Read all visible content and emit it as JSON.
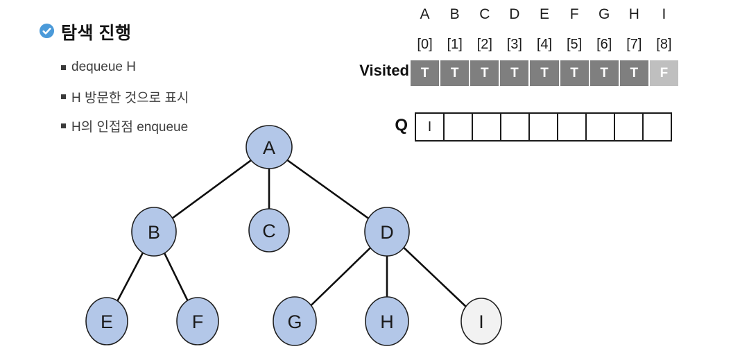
{
  "slide": {
    "title": "탐색 진행",
    "bullets": [
      "dequeue H",
      "H 방문한 것으로 표시",
      "H의 인접점 enqueue"
    ]
  },
  "visited": {
    "label": "Visited",
    "letters": [
      "A",
      "B",
      "C",
      "D",
      "E",
      "F",
      "G",
      "H",
      "I"
    ],
    "indices": [
      "[0]",
      "[1]",
      "[2]",
      "[3]",
      "[4]",
      "[5]",
      "[6]",
      "[7]",
      "[8]"
    ],
    "values": [
      "T",
      "T",
      "T",
      "T",
      "T",
      "T",
      "T",
      "T",
      "F"
    ]
  },
  "queue": {
    "label": "Q",
    "cells": [
      "I",
      "",
      "",
      "",
      "",
      "",
      "",
      "",
      ""
    ]
  },
  "tree": {
    "nodes": [
      {
        "label": "A",
        "visited": true
      },
      {
        "label": "B",
        "visited": true
      },
      {
        "label": "C",
        "visited": true
      },
      {
        "label": "D",
        "visited": true
      },
      {
        "label": "E",
        "visited": true
      },
      {
        "label": "F",
        "visited": true
      },
      {
        "label": "G",
        "visited": true
      },
      {
        "label": "H",
        "visited": true
      },
      {
        "label": "I",
        "visited": false
      }
    ],
    "edges": [
      [
        "A",
        "B"
      ],
      [
        "A",
        "C"
      ],
      [
        "A",
        "D"
      ],
      [
        "B",
        "E"
      ],
      [
        "B",
        "F"
      ],
      [
        "D",
        "G"
      ],
      [
        "D",
        "H"
      ],
      [
        "D",
        "I"
      ]
    ]
  },
  "colors": {
    "accent_blue": "#4B9AD9",
    "node_visited": "#B3C7E8",
    "node_unvisited": "#F2F2F2",
    "cell_true": "#7F7F7F",
    "cell_false": "#BFBFBF",
    "cell_text": "#FFFFFF"
  }
}
